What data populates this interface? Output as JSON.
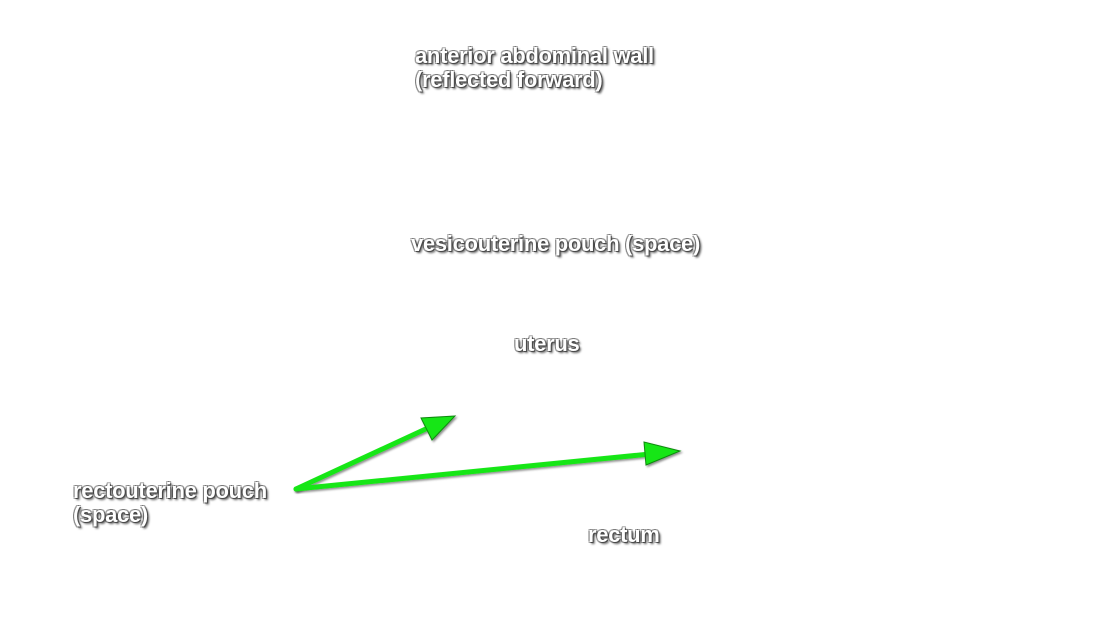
{
  "labels": {
    "anterior_abdominal_wall": {
      "line1": "anterior abdominal wall",
      "line2": "(reflected forward)"
    },
    "vesicouterine_pouch": "vesicouterine pouch (space)",
    "uterus": "uterus",
    "rectouterine_pouch": {
      "line1": "rectouterine pouch",
      "line2": "(space)"
    },
    "rectum": "rectum"
  },
  "colors": {
    "arrow": "#19e619",
    "arrow_outline": "#0a8a0a",
    "label_text": "#ffffff",
    "label_shadow": "#4a4a4a"
  }
}
